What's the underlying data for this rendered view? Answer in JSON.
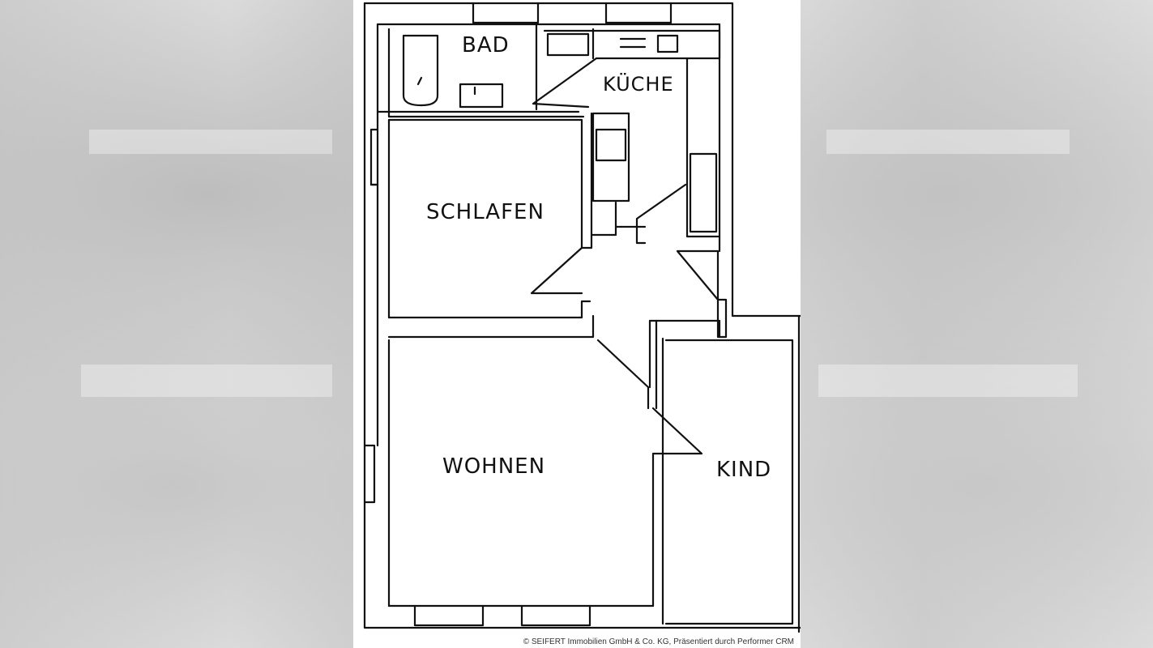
{
  "floorplan": {
    "rooms": {
      "bath": "BAD",
      "kitchen": "KÜCHE",
      "bedroom": "SCHLAFEN",
      "living": "WOHNEN",
      "child": "KIND"
    },
    "credit": "© SEIFERT Immobilien GmbH & Co. KG, Präsentiert durch Performer CRM"
  }
}
